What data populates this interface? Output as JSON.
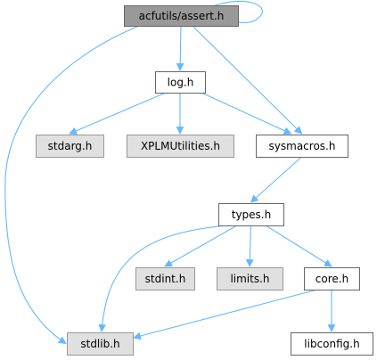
{
  "nodes": [
    {
      "id": "assert",
      "label": "acfutils/assert.h",
      "style": "current"
    },
    {
      "id": "log",
      "label": "log.h",
      "style": "local"
    },
    {
      "id": "stdarg",
      "label": "stdarg.h",
      "style": "system"
    },
    {
      "id": "xplm",
      "label": "XPLMUtilities.h",
      "style": "system"
    },
    {
      "id": "sysmacros",
      "label": "sysmacros.h",
      "style": "local"
    },
    {
      "id": "types",
      "label": "types.h",
      "style": "local"
    },
    {
      "id": "stdint",
      "label": "stdint.h",
      "style": "system"
    },
    {
      "id": "limits",
      "label": "limits.h",
      "style": "system"
    },
    {
      "id": "core",
      "label": "core.h",
      "style": "local"
    },
    {
      "id": "stdlib",
      "label": "stdlib.h",
      "style": "system"
    },
    {
      "id": "libconfig",
      "label": "libconfig.h",
      "style": "local"
    }
  ],
  "edges": [
    {
      "from": "assert",
      "to": "assert"
    },
    {
      "from": "assert",
      "to": "log"
    },
    {
      "from": "assert",
      "to": "sysmacros"
    },
    {
      "from": "assert",
      "to": "stdlib"
    },
    {
      "from": "log",
      "to": "stdarg"
    },
    {
      "from": "log",
      "to": "xplm"
    },
    {
      "from": "log",
      "to": "sysmacros"
    },
    {
      "from": "sysmacros",
      "to": "types"
    },
    {
      "from": "types",
      "to": "stdint"
    },
    {
      "from": "types",
      "to": "limits"
    },
    {
      "from": "types",
      "to": "core"
    },
    {
      "from": "types",
      "to": "stdlib"
    },
    {
      "from": "core",
      "to": "stdlib"
    },
    {
      "from": "core",
      "to": "libconfig"
    }
  ],
  "colors": {
    "current_fill": "#999999",
    "current_border": "#666666",
    "local_fill": "#ffffff",
    "local_border": "#666666",
    "system_fill": "#e0e0e0",
    "system_border": "#999999",
    "edge": "#63b8ff",
    "text": "#000000"
  }
}
